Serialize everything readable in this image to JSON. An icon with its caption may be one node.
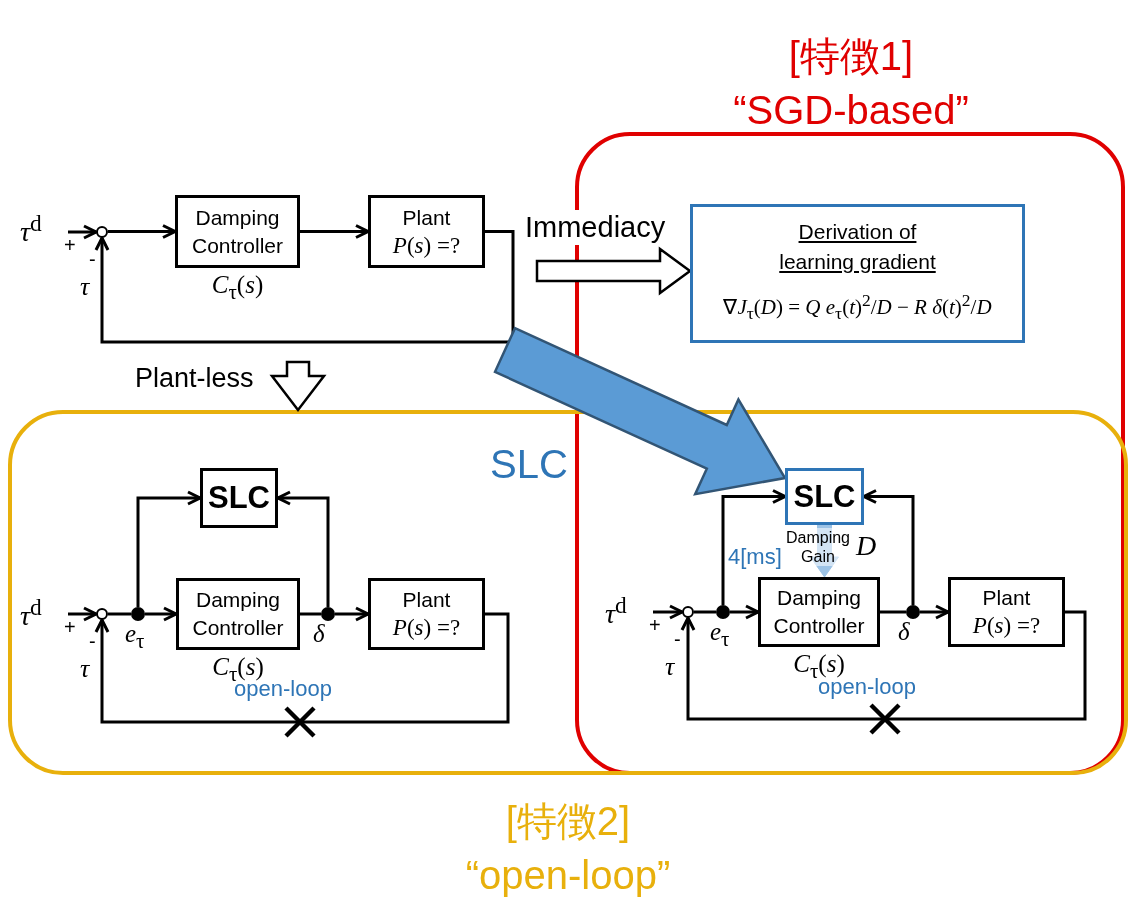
{
  "diagram": {
    "nodes": [
      {
        "text": [
          "[特徴1]",
          "“SGD-based”"
        ]
      },
      {
        "text": [
          "*τ*$^{d}$"
        ]
      },
      {
        "text": [],
        "shape": "circle"
      },
      {
        "text": [
          "Damping Controller"
        ],
        "beside": [
          "*C*$_{τ}$(*s*)"
        ]
      },
      {
        "text": [
          "Plant",
          "*P*(*s*) =?"
        ]
      },
      {
        "text": [
          "Derivation of learning gradient",
          "∇*J*$_{τ}$(*D*) = *Q* *e*$_{τ}$(*t*)$^{2}$/*D* − *R* *δ*(*t*)$^{2}$/*D*"
        ],
        "in": 0
      },
      {
        "text": [
          "[特徴2]",
          "“open-loop”"
        ]
      },
      {
        "text": [
          "SLC"
        ],
        "in": 6
      },
      {
        "text": [
          "*τ*$^{d}$"
        ],
        "in": 6
      },
      {
        "text": [],
        "shape": "circle",
        "in": 6
      },
      {
        "text": [],
        "shape": "circle",
        "beside": [
          "*e*$_{τ}$"
        ],
        "in": 6
      },
      {
        "text": [
          "Damping Controller"
        ],
        "beside": [
          "*C*$_{τ}$(*s*)"
        ],
        "in": 6
      },
      {
        "text": [],
        "shape": "circle",
        "beside": [
          "*δ*"
        ],
        "in": 6
      },
      {
        "text": [
          "Plant",
          "*P*(*s*) =?"
        ],
        "in": 6
      },
      {
        "text": [
          "SLC"
        ]
      },
      {
        "text": [
          "*τ*$^{d}$"
        ]
      },
      {
        "text": [],
        "shape": "circle"
      },
      {
        "text": [],
        "shape": "circle",
        "beside": [
          "*e*$_{τ}$"
        ]
      },
      {
        "text": [
          "Damping Controller"
        ],
        "beside": [
          "*C*$_{τ}$(*s*)"
        ]
      },
      {
        "text": [],
        "shape": "circle",
        "beside": [
          "*δ*"
        ]
      },
      {
        "text": [
          "Plant",
          "*P*(*s*) =?"
        ]
      }
    ],
    "edges": [
      {
        "from": 1,
        "to": 2,
        "arrow": "to"
      },
      {
        "from": 2,
        "to": 3,
        "arrow": "to"
      },
      {
        "from": 3,
        "to": 4,
        "arrow": "to"
      },
      {
        "from": 4,
        "to": 2,
        "arrow": "to"
      },
      {
        "from": null,
        "to": 5,
        "arrow": "to",
        "label": "Immediacy",
        "style": "thick"
      },
      {
        "from": null,
        "to": 6,
        "arrow": "to",
        "label": "Plant-less",
        "style": "thick"
      },
      {
        "from": null,
        "to": 14,
        "arrow": "to",
        "label": "SLC",
        "style": "thick",
        "color": "#5b9bd5"
      },
      {
        "from": 8,
        "to": 9,
        "arrow": "to"
      },
      {
        "from": 9,
        "to": 10,
        "arrow": "none"
      },
      {
        "from": 10,
        "to": 11,
        "arrow": "to"
      },
      {
        "from": 11,
        "to": 12,
        "arrow": "none"
      },
      {
        "from": 12,
        "to": 13,
        "arrow": "to"
      },
      {
        "from": 10,
        "to": 7,
        "arrow": "to"
      },
      {
        "from": 12,
        "to": 7,
        "arrow": "to"
      },
      {
        "from": 13,
        "to": 9,
        "arrow": "to"
      },
      {
        "from": 15,
        "to": 16,
        "arrow": "to"
      },
      {
        "from": 16,
        "to": 17,
        "arrow": "none"
      },
      {
        "from": 17,
        "to": 18,
        "arrow": "to"
      },
      {
        "from": 18,
        "to": 19,
        "arrow": "none"
      },
      {
        "from": 19,
        "to": 20,
        "arrow": "to"
      },
      {
        "from": 17,
        "to": 14,
        "arrow": "to"
      },
      {
        "from": 19,
        "to": 14,
        "arrow": "to"
      },
      {
        "from": 20,
        "to": 16,
        "arrow": "to"
      },
      {
        "from": 14,
        "to": 18,
        "arrow": "to",
        "label": "Damping Gain",
        "style": "thick",
        "color": "#9dc3e6"
      }
    ],
    "labels": [
      "+",
      "-",
      "*τ*",
      "+",
      "-",
      "*τ*",
      "open-loop",
      "+",
      "-",
      "*τ*",
      "*D*",
      "4[ms]",
      "open-loop"
    ]
  }
}
